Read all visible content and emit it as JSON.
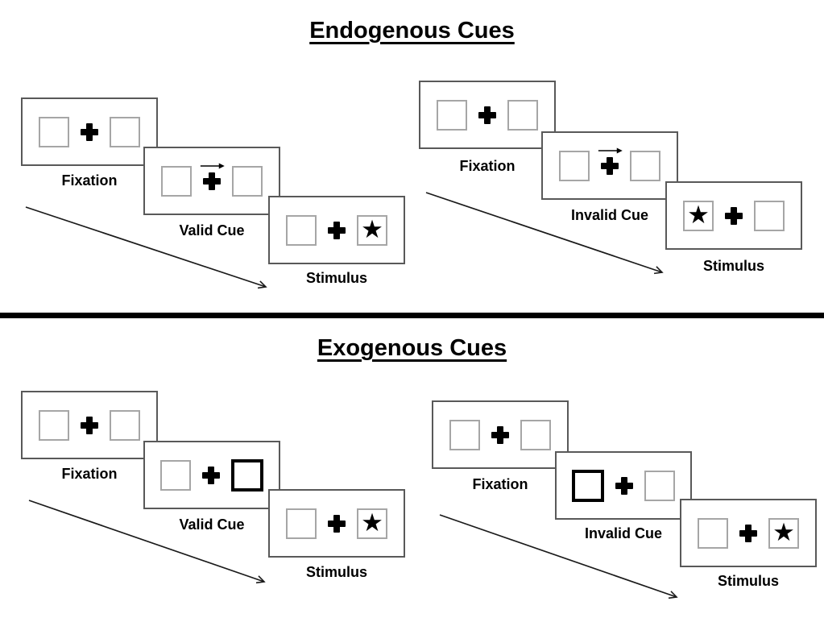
{
  "page": {
    "background": "#ffffff"
  },
  "sections": [
    {
      "title": "Endogenous Cues",
      "trials": [
        {
          "name": "valid",
          "slides": [
            {
              "label": "Fixation",
              "cue_type": "none",
              "star_position": "none"
            },
            {
              "label": "Valid Cue",
              "cue_type": "arrow-right-above-fixation",
              "star_position": "none"
            },
            {
              "label": "Stimulus",
              "cue_type": "none",
              "star_position": "right"
            }
          ]
        },
        {
          "name": "invalid",
          "slides": [
            {
              "label": "Fixation",
              "cue_type": "none",
              "star_position": "none"
            },
            {
              "label": "Invalid Cue",
              "cue_type": "arrow-right-above-fixation",
              "star_position": "none"
            },
            {
              "label": "Stimulus",
              "cue_type": "none",
              "star_position": "left"
            }
          ]
        }
      ]
    },
    {
      "title": "Exogenous Cues",
      "trials": [
        {
          "name": "valid",
          "slides": [
            {
              "label": "Fixation",
              "cue_type": "none",
              "star_position": "none"
            },
            {
              "label": "Valid Cue",
              "cue_type": "thick-box-right",
              "star_position": "none"
            },
            {
              "label": "Stimulus",
              "cue_type": "none",
              "star_position": "right"
            }
          ]
        },
        {
          "name": "invalid",
          "slides": [
            {
              "label": "Fixation",
              "cue_type": "none",
              "star_position": "none"
            },
            {
              "label": "Invalid Cue",
              "cue_type": "thick-box-left",
              "star_position": "none"
            },
            {
              "label": "Stimulus",
              "cue_type": "none",
              "star_position": "right"
            }
          ]
        }
      ]
    }
  ],
  "glyphs": {
    "star": "★"
  },
  "colors": {
    "ink": "#000000",
    "slide_border": "#595959",
    "placeholder_square_border": "#a6a6a6",
    "exogenous_cue_square_border": "#000000"
  }
}
